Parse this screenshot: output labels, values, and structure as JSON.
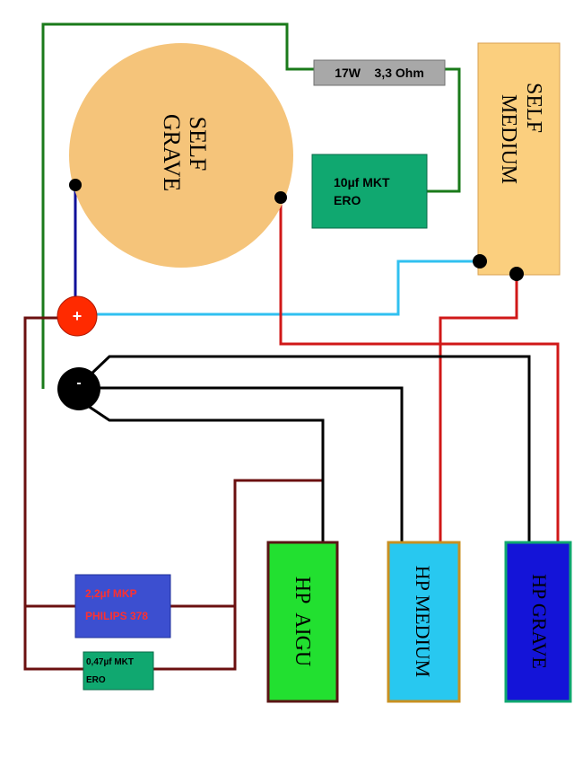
{
  "components": {
    "self_grave": {
      "line1": "SELF",
      "line2": "GRAVE",
      "color": "#f5c47a"
    },
    "self_medium": {
      "line1": "SELF",
      "line2": "MEDIUM",
      "color": "#fbcf7e"
    },
    "resistor": {
      "label": "17W    3,3 Ohm",
      "color": "#a8a8a8"
    },
    "cap_10uf": {
      "line1": "10µf MKT",
      "line2": "ERO",
      "color": "#10a870"
    },
    "cap_22uf": {
      "line1": "2,2µf MKP",
      "line2": "PHILIPS 378",
      "color": "#3c4fd0",
      "text_color": "#ff3030"
    },
    "cap_047uf": {
      "line1": "0,47µf MKT",
      "line2": "ERO",
      "color": "#10a870"
    },
    "hp_aigu": {
      "label": "HP  AIGU",
      "color": "#22e030"
    },
    "hp_medium": {
      "label": "HP MEDIUM",
      "color": "#28c8f0"
    },
    "hp_grave": {
      "label": "HP GRAVE",
      "color": "#1414d8"
    },
    "plus_terminal": {
      "symbol": "+",
      "color": "#ff2a00"
    },
    "minus_terminal": {
      "symbol": "-",
      "color": "#000000"
    }
  },
  "wire_colors": {
    "green": "#1a7a1a",
    "red": "#d01818",
    "darkred": "#6b1010",
    "blue": "#10109a",
    "cyan": "#30c0f0",
    "black": "#000000"
  }
}
